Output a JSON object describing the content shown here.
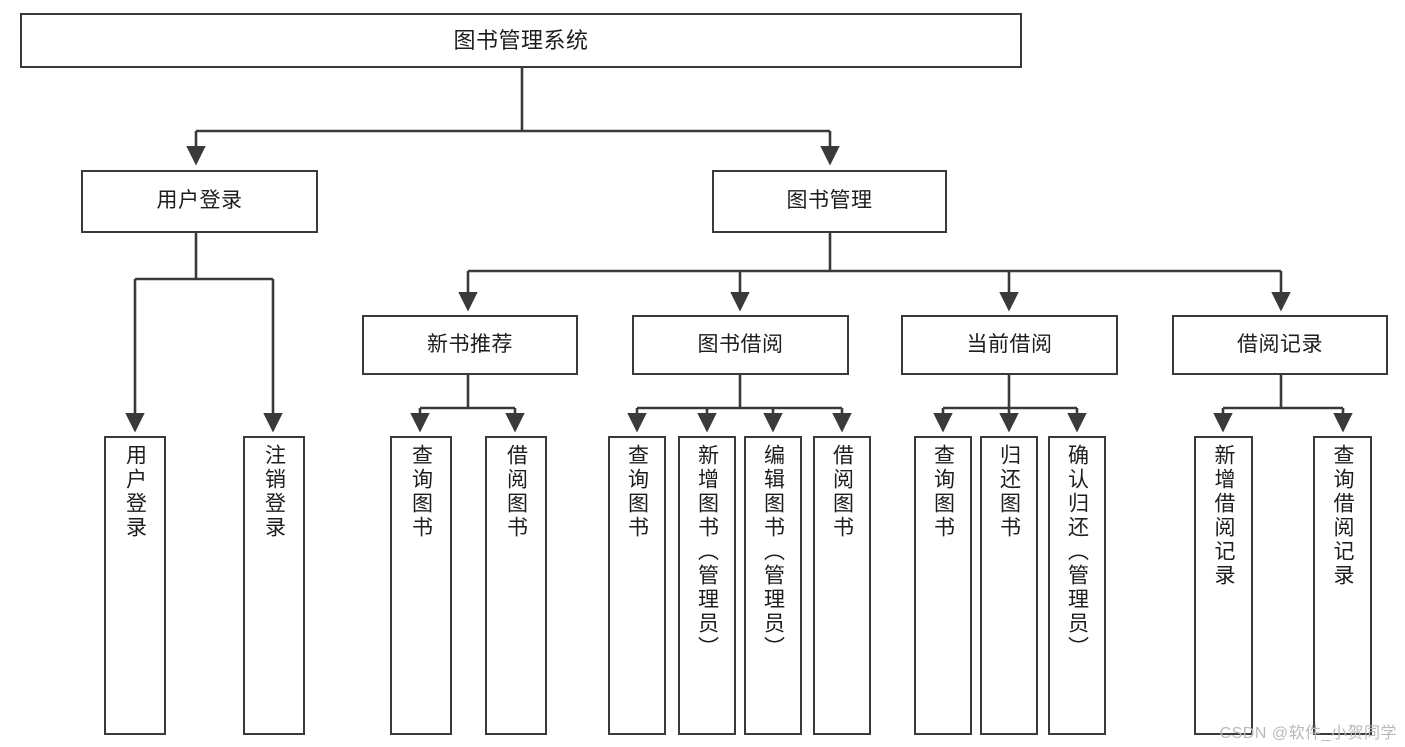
{
  "diagram": {
    "title": "图书管理系统",
    "type": "tree",
    "watermark": "CSDN @软件_小贺同学",
    "colors": {
      "box_border": "#3a3a3a",
      "box_fill": "#ffffff",
      "connector": "#3a3a3a",
      "text": "#1d1d1d",
      "watermark": "#b9b9b9"
    },
    "nodes": {
      "root": {
        "label": "图书管理系统",
        "level": 0
      },
      "l1": [
        {
          "label": "用户登录",
          "level": 1
        },
        {
          "label": "图书管理",
          "level": 1
        }
      ],
      "l2": [
        {
          "label": "新书推荐",
          "level": 2
        },
        {
          "label": "图书借阅",
          "level": 2
        },
        {
          "label": "当前借阅",
          "level": 2
        },
        {
          "label": "借阅记录",
          "level": 2
        }
      ],
      "leaves": {
        "user_login": [
          {
            "label": "用户登录"
          },
          {
            "label": "注销登录"
          }
        ],
        "new_book": [
          {
            "label": "查询图书"
          },
          {
            "label": "借阅图书"
          }
        ],
        "book_borrow": [
          {
            "label": "查询图书"
          },
          {
            "label": "新增图书（管理员）"
          },
          {
            "label": "编辑图书（管理员）"
          },
          {
            "label": "借阅图书"
          }
        ],
        "current_borrow": [
          {
            "label": "查询图书"
          },
          {
            "label": "归还图书"
          },
          {
            "label": "确认归还（管理员）"
          }
        ],
        "borrow_record": [
          {
            "label": "新增借阅记录"
          },
          {
            "label": "查询借阅记录"
          }
        ]
      }
    },
    "edges": [
      {
        "from": "图书管理系统",
        "to": "用户登录"
      },
      {
        "from": "图书管理系统",
        "to": "图书管理"
      },
      {
        "from": "图书管理",
        "to": "新书推荐"
      },
      {
        "from": "图书管理",
        "to": "图书借阅"
      },
      {
        "from": "图书管理",
        "to": "当前借阅"
      },
      {
        "from": "图书管理",
        "to": "借阅记录"
      },
      {
        "from": "用户登录",
        "to": "用户登录"
      },
      {
        "from": "用户登录",
        "to": "注销登录"
      },
      {
        "from": "新书推荐",
        "to": "查询图书"
      },
      {
        "from": "新书推荐",
        "to": "借阅图书"
      },
      {
        "from": "图书借阅",
        "to": "查询图书"
      },
      {
        "from": "图书借阅",
        "to": "新增图书（管理员）"
      },
      {
        "from": "图书借阅",
        "to": "编辑图书（管理员）"
      },
      {
        "from": "图书借阅",
        "to": "借阅图书"
      },
      {
        "from": "当前借阅",
        "to": "查询图书"
      },
      {
        "from": "当前借阅",
        "to": "归还图书"
      },
      {
        "from": "当前借阅",
        "to": "确认归还（管理员）"
      },
      {
        "from": "借阅记录",
        "to": "新增借阅记录"
      },
      {
        "from": "借阅记录",
        "to": "查询借阅记录"
      }
    ]
  }
}
